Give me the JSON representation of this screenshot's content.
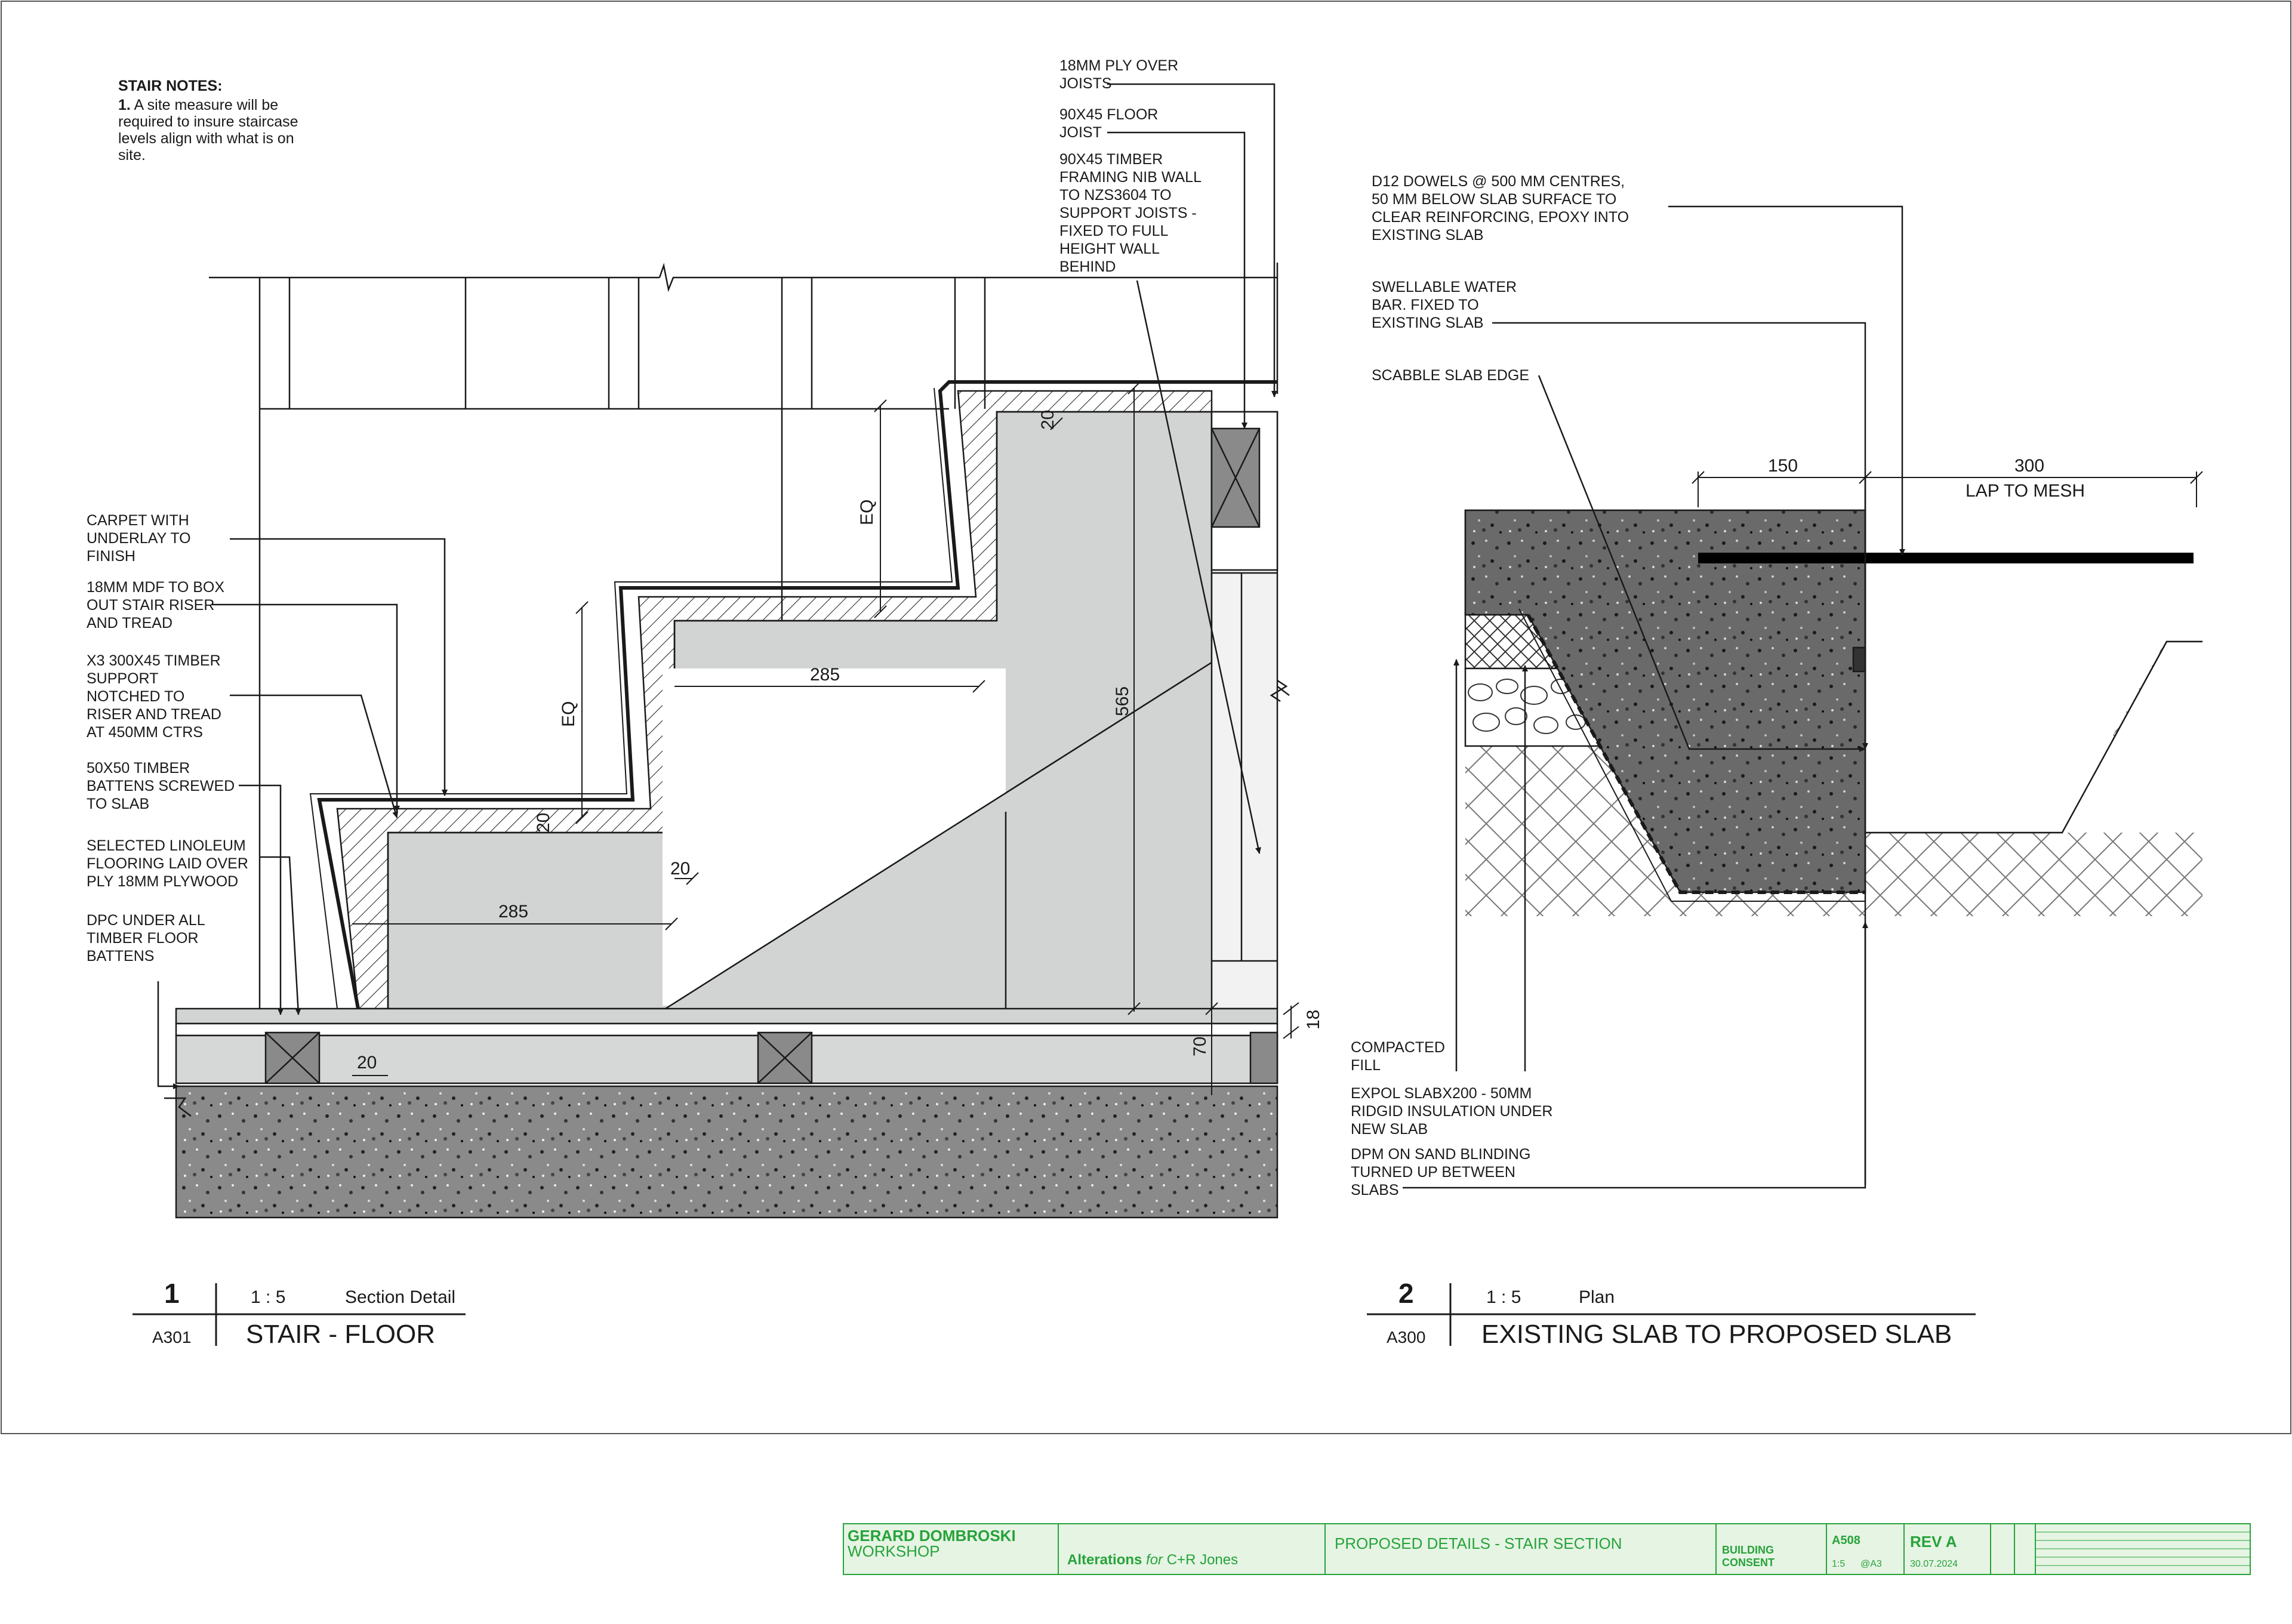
{
  "stair_notes": {
    "title": "STAIR NOTES:",
    "note_num": "1.",
    "note_lines": [
      "A site measure will be",
      "required to insure staircase",
      "levels align with what is on",
      "site."
    ]
  },
  "labels_top": {
    "ply": [
      "18MM PLY OVER",
      "JOISTS"
    ],
    "joist": [
      "90X45 FLOOR",
      "JOIST"
    ],
    "framing": [
      "90X45 TIMBER",
      "FRAMING NIB WALL",
      "TO NZS3604 TO",
      "SUPPORT JOISTS -",
      "FIXED TO FULL",
      "HEIGHT WALL",
      "BEHIND"
    ]
  },
  "labels_left": {
    "carpet": [
      "CARPET WITH",
      "UNDERLAY TO",
      "FINISH"
    ],
    "mdf": [
      "18MM MDF TO BOX",
      "OUT STAIR RISER",
      "AND TREAD"
    ],
    "support": [
      "X3 300X45 TIMBER",
      "SUPPORT",
      "NOTCHED TO",
      "RISER AND TREAD",
      "AT 450MM CTRS"
    ],
    "battens": [
      "50X50 TIMBER",
      "BATTENS SCREWED",
      "TO SLAB"
    ],
    "linoleum": [
      "SELECTED LINOLEUM",
      "FLOORING LAID OVER",
      "PLY 18MM PLYWOOD"
    ],
    "dpc": [
      "DPC UNDER ALL",
      "TIMBER FLOOR",
      "BATTENS"
    ]
  },
  "dims_stair": {
    "eq1": "EQ",
    "eq2": "EQ",
    "d285a": "285",
    "d285b": "285",
    "d565": "565",
    "d20a": "20",
    "d20b": "20",
    "d20c": "20",
    "d20d": "20",
    "d70": "70",
    "d18": "18"
  },
  "labels_plan": {
    "dowels": [
      "D12 DOWELS @ 500 MM CENTRES,",
      "50 MM BELOW SLAB SURFACE TO",
      "CLEAR REINFORCING, EPOXY INTO",
      "EXISTING SLAB"
    ],
    "waterbar": [
      "SWELLABLE WATER",
      "BAR. FIXED TO",
      "EXISTING SLAB"
    ],
    "scabble": [
      "SCABBLE SLAB EDGE"
    ],
    "fill": [
      "COMPACTED",
      "FILL"
    ],
    "expol": [
      "EXPOL SLABX200 - 50MM",
      "RIDGID INSULATION UNDER",
      "NEW SLAB"
    ],
    "dpm": [
      "DPM ON SAND BLINDING",
      "TURNED UP BETWEEN",
      "SLABS"
    ]
  },
  "dims_plan": {
    "d150": "150",
    "d300": "300",
    "lap": "LAP TO MESH"
  },
  "view1": {
    "number": "1",
    "scale": "1 : 5",
    "kind": "Section Detail",
    "ref": "A301",
    "title": "STAIR - FLOOR"
  },
  "view2": {
    "number": "2",
    "scale": "1 : 5",
    "kind": "Plan",
    "ref": "A300",
    "title": "EXISTING SLAB TO PROPOSED SLAB"
  },
  "title_block": {
    "firm_line1": "GERARD DOMBROSKI",
    "firm_line2": "WORKSHOP",
    "project_prefix": "Alterations ",
    "project_for": "for",
    "project_client": " C+R Jones",
    "sheet_title": "PROPOSED DETAILS - STAIR SECTION",
    "status_line1": "BUILDING",
    "status_line2": "CONSENT",
    "sheet_no": "A508",
    "scale": "1:5",
    "paper": "@A3",
    "revision": "REV A",
    "date": "30.07.2024"
  },
  "colors": {
    "line": "#1a1a1a",
    "stair_fill": "#d2d3d3",
    "slab_fill": "#6e6e6e",
    "title_green": "#27a33a",
    "title_bg": "#e6f4e4"
  }
}
